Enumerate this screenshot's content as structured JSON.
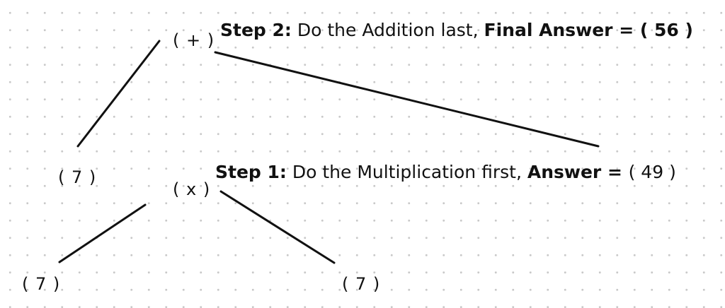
{
  "tree": {
    "root": {
      "label": "( + )"
    },
    "left_seven": {
      "label": "( 7 )"
    },
    "times": {
      "label": "( x )"
    },
    "bottom_left_seven": {
      "label": "( 7 )"
    },
    "bottom_right_seven": {
      "label": "( 7 )"
    }
  },
  "steps": {
    "step2": {
      "prefix": "Step 2:",
      "text": " Do the Addition last, ",
      "answer_label": "Final Answer = ",
      "answer_value": " ( 56 )"
    },
    "step1": {
      "prefix": "Step 1:",
      "text": " Do the Multiplication first, ",
      "answer_label": "Answer = ",
      "answer_value": " ( 49 )"
    }
  },
  "colors": {
    "ink": "#111111",
    "dot": "#c9c9c9",
    "background": "#ffffff"
  }
}
